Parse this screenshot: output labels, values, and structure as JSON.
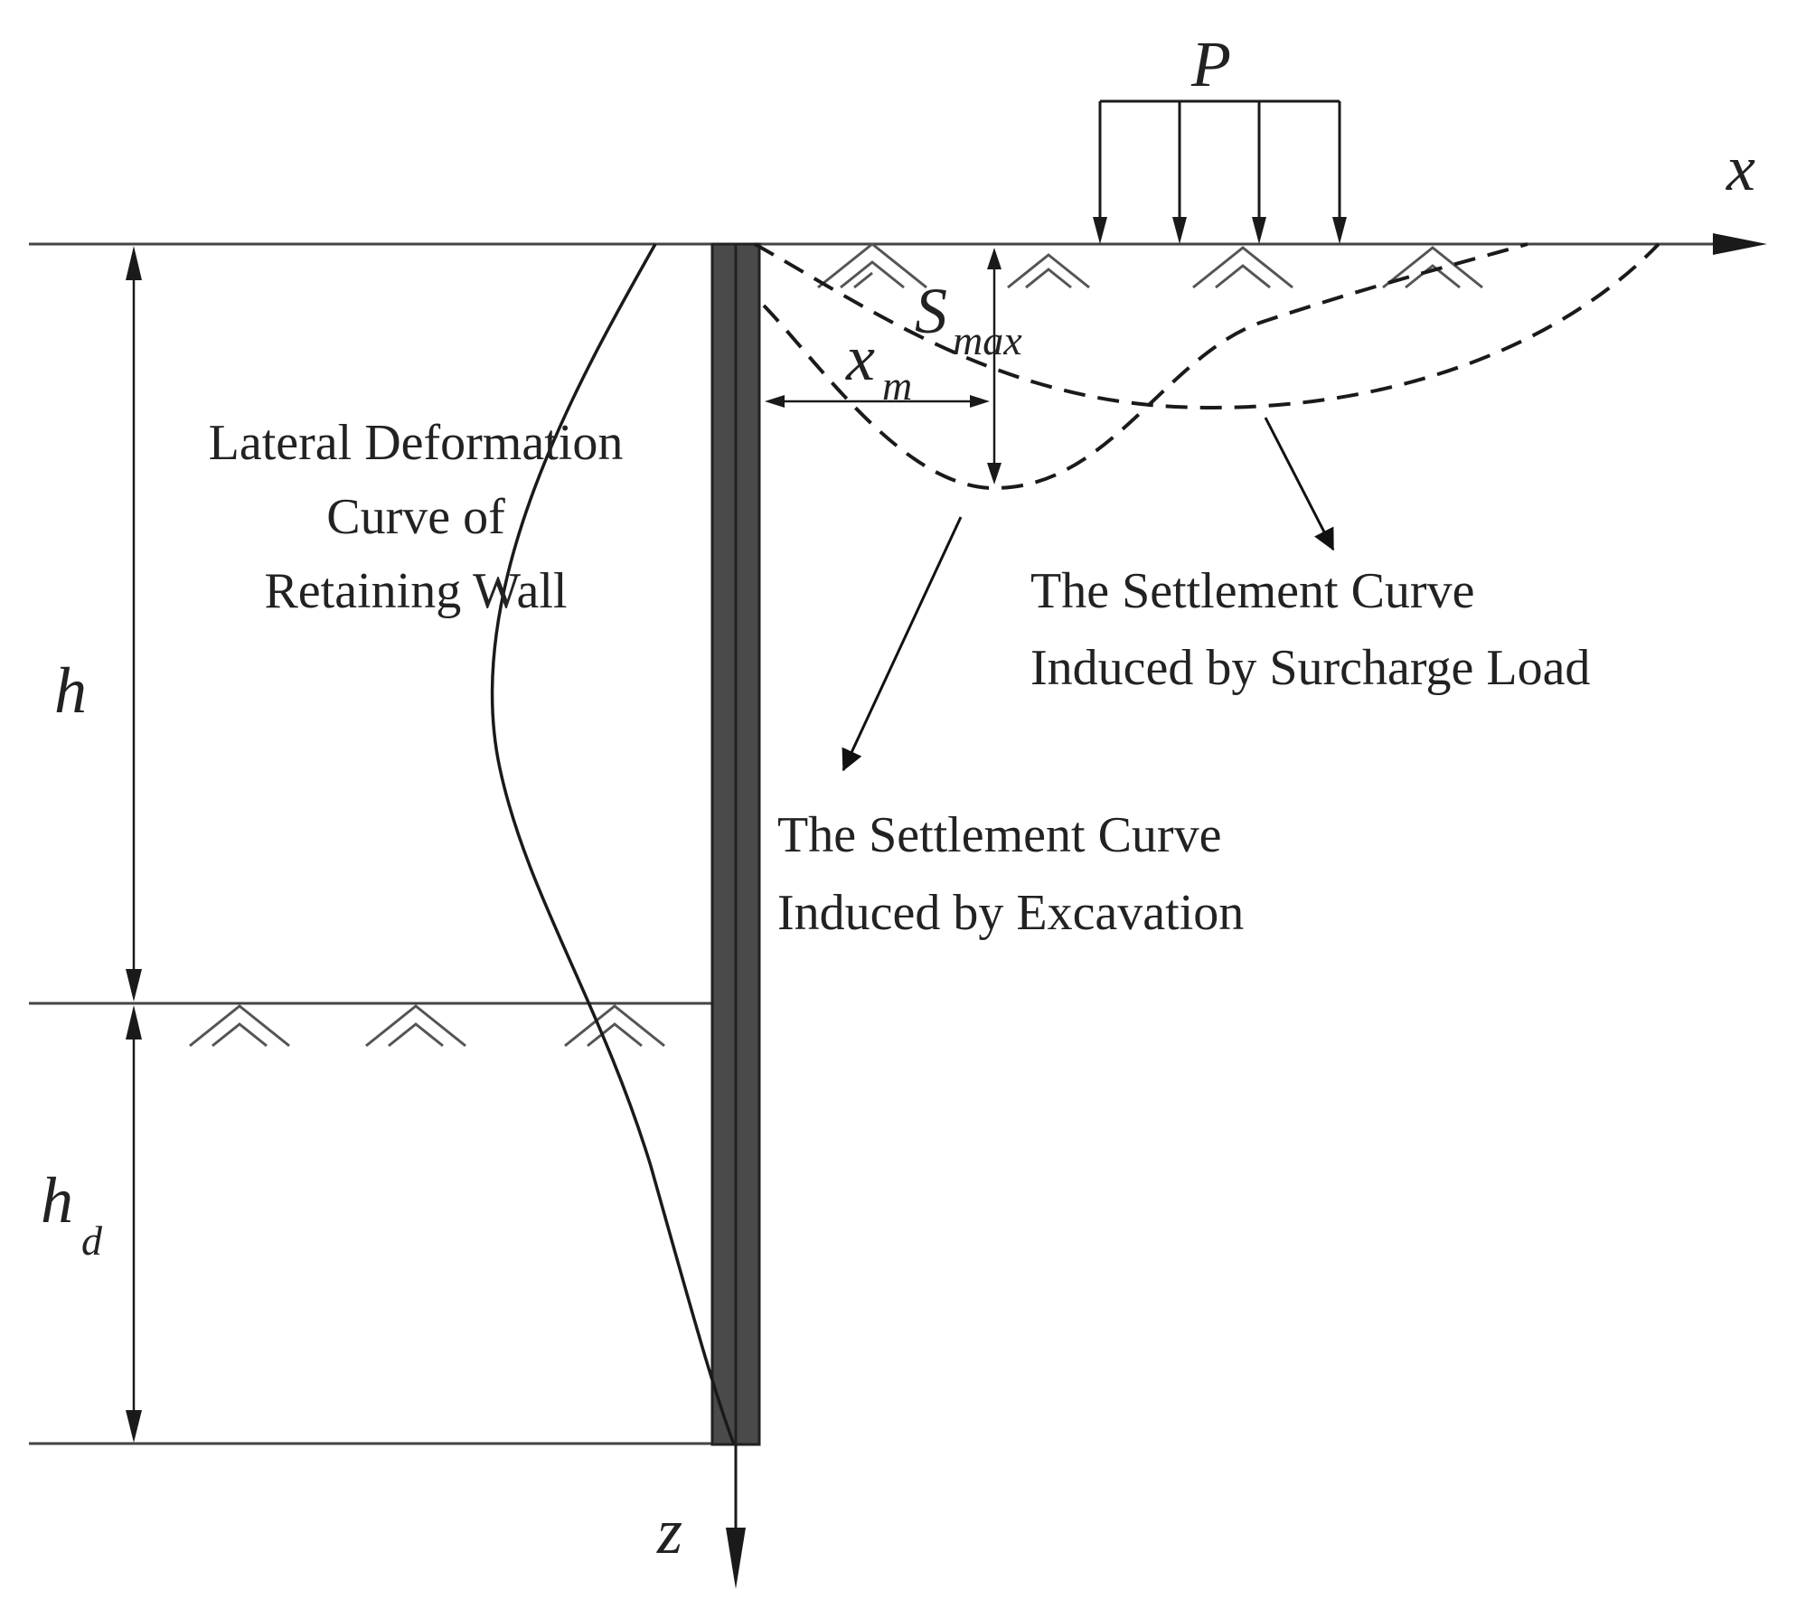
{
  "symbols": {
    "load": "P",
    "x_axis": "x",
    "z_axis": "z",
    "depth_excavation": "h",
    "depth_embedment_base": "h",
    "depth_embedment_sub": "d",
    "s_max_base": "S",
    "s_max_sub": "max",
    "x_m_base": "x",
    "x_m_sub": "m"
  },
  "labels": {
    "wall_curve_lines": [
      "Lateral Deformation",
      "Curve of",
      "Retaining Wall"
    ],
    "surcharge_curve_lines": [
      "The Settlement Curve",
      "Induced by Surcharge Load"
    ],
    "excavation_curve_lines": [
      "The Settlement Curve",
      "Induced by Excavation"
    ]
  },
  "colors": {
    "wall_fill": "#4a4a4a",
    "line": "#444444",
    "curve": "#1a1a1a"
  }
}
